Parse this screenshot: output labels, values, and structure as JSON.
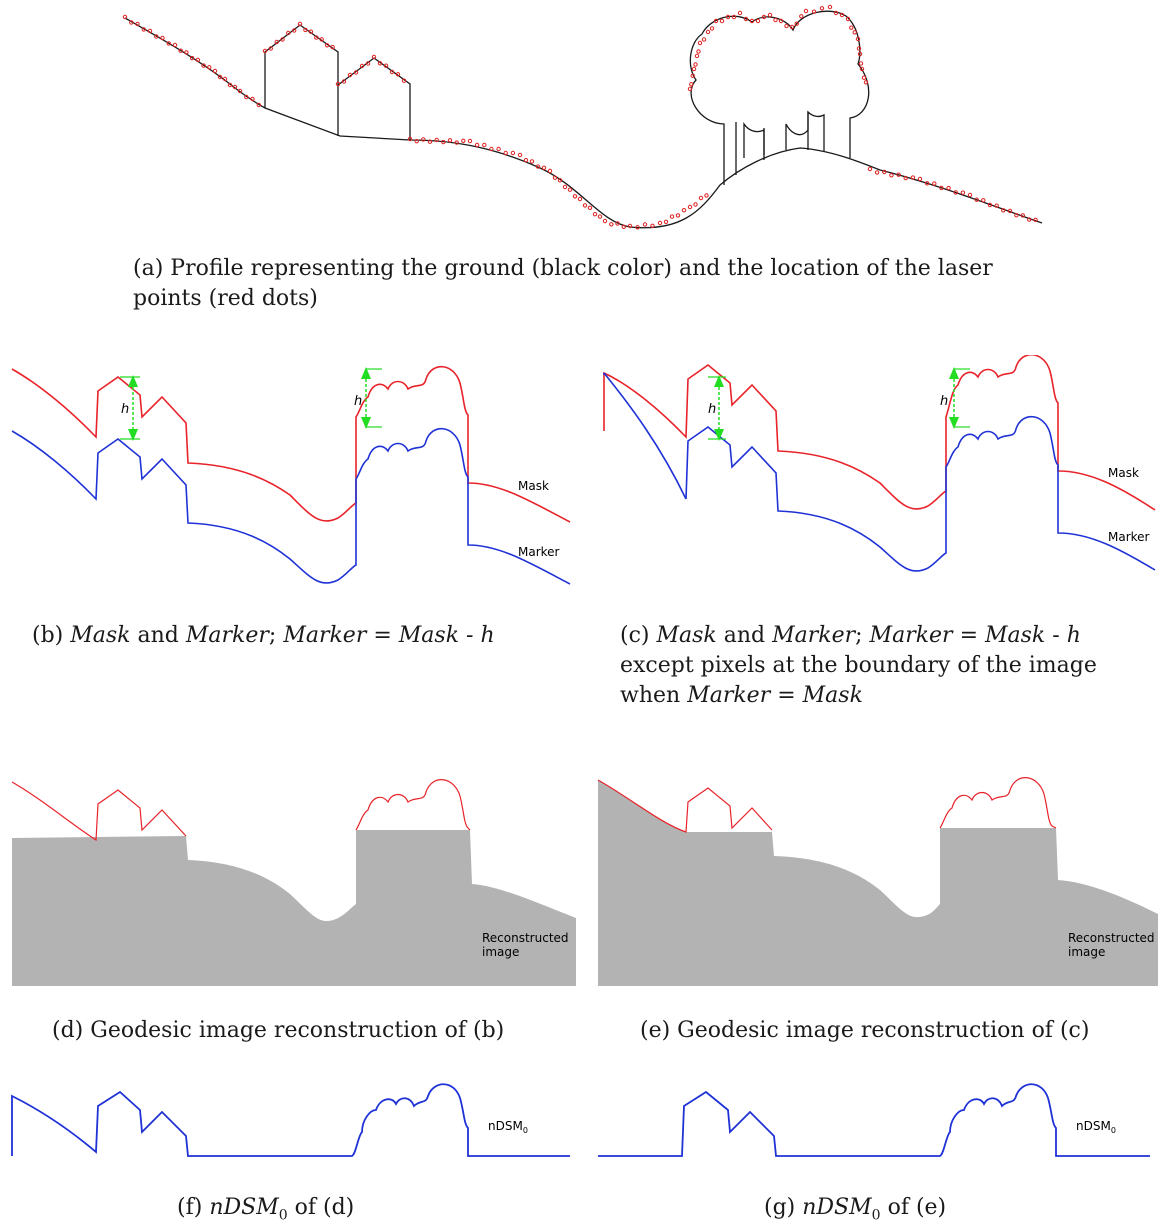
{
  "captions": {
    "a": "(a) Profile representing the ground (black color) and the location of the laser points (red dots)",
    "b_pre": "(b) ",
    "b_mask1": "Mask",
    "b_and": " and ",
    "b_marker1": "Marker",
    "b_semi": "; ",
    "b_marker2": "Marker",
    "b_eq": " = ",
    "b_mask2": "Mask",
    "b_minus": " - ",
    "b_h": "h",
    "c_pre": "(c) ",
    "c_mask1": "Mask",
    "c_and": " and ",
    "c_marker1": "Marker",
    "c_semi": "; ",
    "c_marker2": "Marker",
    "c_eq": " = ",
    "c_mask2": "Mask",
    "c_minus": " - ",
    "c_h": "h",
    "c_tail": " except pixels at the boundary of the image when ",
    "c_marker3": "Marker",
    "c_eq2": " = ",
    "c_mask3": "Mask",
    "d": "(d) Geodesic image reconstruction of (b)",
    "e": "(e) Geodesic image reconstruction of (c)",
    "f_pre": "(f) ",
    "f_sym": "nDSM",
    "f_sub": "0",
    "f_post": " of (d)",
    "g_pre": "(g) ",
    "g_sym": "nDSM",
    "g_sub": "0",
    "g_post": " of (e)"
  },
  "labels": {
    "mask": "Mask",
    "marker": "Marker",
    "h": "h",
    "reconstructed_1": "Reconstructed",
    "reconstructed_2": "image",
    "ndsm": "nDSM",
    "ndsm_sub": "0"
  },
  "colors": {
    "ground": "#1a1a1a",
    "laser_points": "#e02020",
    "mask": "#e8232a",
    "marker": "#1f32d6",
    "h_arrow": "#22dd22",
    "reconstruction_fill": "#b3b3b3"
  }
}
